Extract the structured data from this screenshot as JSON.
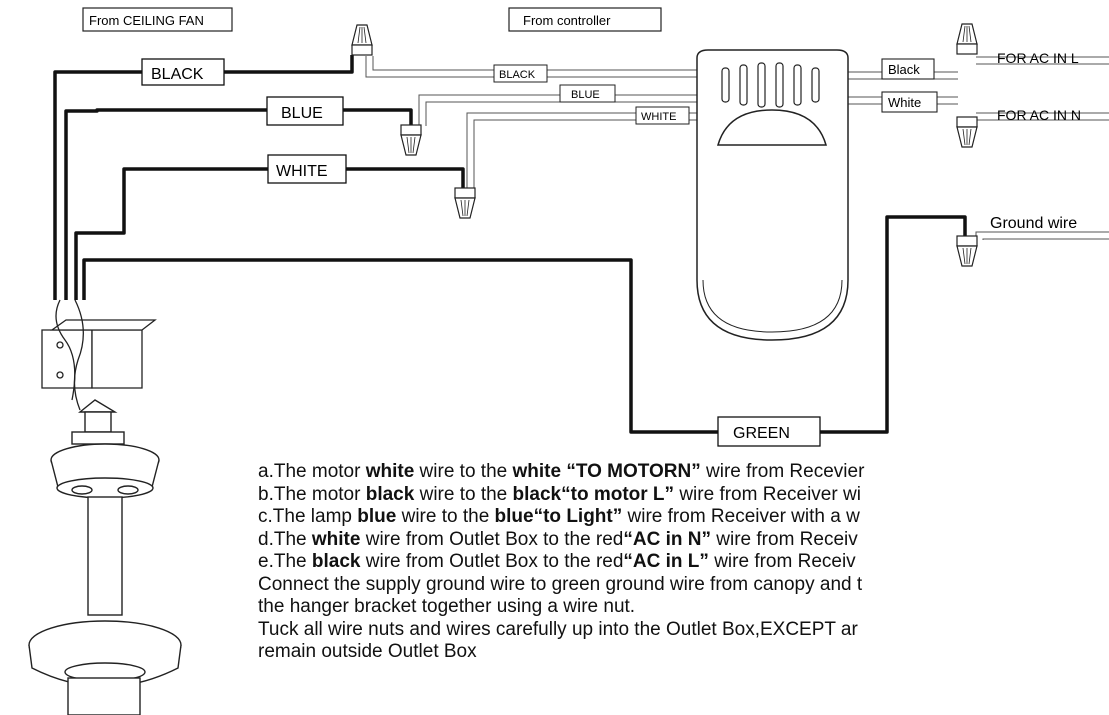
{
  "header_boxes": {
    "from_fan": "From CEILING FAN",
    "from_controller": "From controller"
  },
  "fan_wire_labels": {
    "black": "BLACK",
    "blue": "BLUE",
    "white": "WHITE",
    "green": "GREEN"
  },
  "controller_wire_labels": {
    "black": "BLACK",
    "blue": "BLUE",
    "white": "WHITE"
  },
  "output_labels": {
    "black": "Black",
    "white": "White",
    "ac_in_l": "FOR AC IN L",
    "ac_in_n": "FOR AC IN N",
    "ground": "Ground wire"
  },
  "instructions": {
    "a": {
      "p1": "a.The motor ",
      "b1": "white",
      "p2": " wire to the ",
      "b2": "white “TO MOTORN”",
      "p3": " wire from Recevier"
    },
    "b": {
      "p1": "b.The motor ",
      "b1": "black",
      "p2": " wire to the ",
      "b2": "black“to motor L”",
      "p3": " wire from Receiver wi"
    },
    "c": {
      "p1": "c.The lamp ",
      "b1": "blue",
      "p2": " wire to the ",
      "b2": "blue“to Light”",
      "p3": " wire from Receiver with a w"
    },
    "d": {
      "p1": "d.The  ",
      "b1": "white",
      "p2": " wire from Outlet Box to the red",
      "b2": "“AC in N”",
      "p3": " wire from Receiv"
    },
    "e": {
      "p1": "e.The  ",
      "b1": "black",
      "p2": " wire from Outlet Box to the red",
      "b2": "“AC in L”",
      "p3": " wire from Receiv"
    },
    "f1": "Connect the supply ground wire to green ground wire from canopy and t",
    "f2": "the hanger bracket together using a wire nut.",
    "g1": "Tuck all wire nuts and wires carefully up into the Outlet Box,EXCEPT ar",
    "g2": "remain outside Outlet Box"
  }
}
